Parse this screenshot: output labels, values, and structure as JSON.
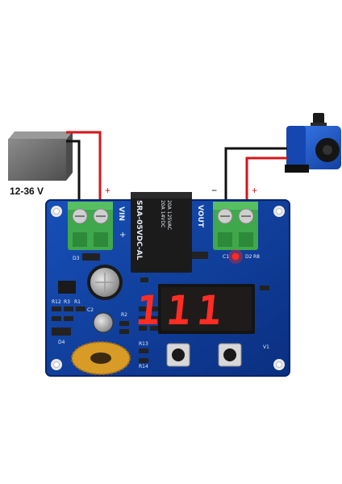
{
  "battery": {
    "voltage_label": "12-36 V"
  },
  "polarity": {
    "plus": "+",
    "minus": "−"
  },
  "terminals": {
    "input_label": "VIN",
    "output_label": "VOUT"
  },
  "relay": {
    "model": "SRA-05VDC-AL",
    "rating_line1": "20A 14VDC",
    "rating_line2": "20A 125VAC"
  },
  "display": {
    "digits": [
      "1",
      "1",
      "1"
    ]
  },
  "silkscreen": {
    "d3": "D3",
    "c1_top": "C1",
    "d2": "D2",
    "r8": "R8",
    "r12": "R12",
    "r3": "R3",
    "r1": "R1",
    "c2": "C2",
    "r2": "R2",
    "d4": "D4",
    "r13": "R13",
    "r14": "R14",
    "v1": "V1"
  },
  "colors": {
    "pcb": "#0d3fa0",
    "wire_red": "#d4161a",
    "wire_black": "#111111",
    "terminal": "#3fa84c",
    "relay": "#1b1b1b",
    "led_on": "#ff2a1f",
    "seven_segment": "#ff2d24",
    "pump_blue": "#1f5fd6",
    "battery": "#6d6d6d"
  }
}
